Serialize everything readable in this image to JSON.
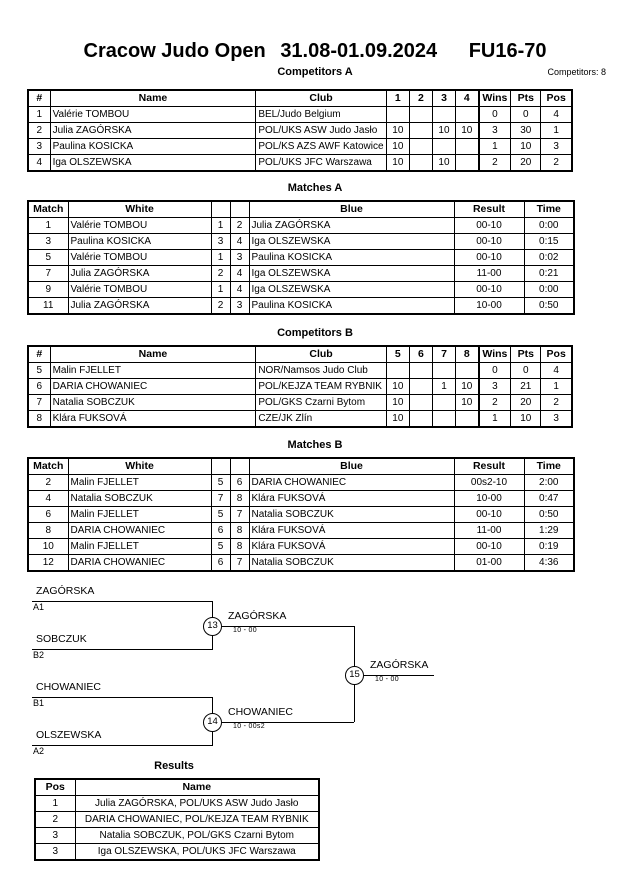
{
  "header": {
    "event_name": "Cracow Judo Open",
    "dates": "31.08-01.09.2024",
    "category": "FU16-70",
    "pool_a_caption": "Competitors A",
    "competitors_count_label": "Competitors: 8"
  },
  "competitors_a": {
    "caption": "Competitors A",
    "columns": [
      "#",
      "Name",
      "Club",
      "1",
      "2",
      "3",
      "4",
      "Wins",
      "Pts",
      "Pos"
    ],
    "rows": [
      {
        "num": "1",
        "name": "Valérie TOMBOU",
        "club": "BEL/Judo Belgium",
        "s1": "",
        "s2": "",
        "s3": "",
        "s4": "",
        "wins": "0",
        "pts": "0",
        "pos": "4"
      },
      {
        "num": "2",
        "name": "Julia ZAGÓRSKA",
        "club": "POL/UKS ASW Judo Jasło",
        "s1": "10",
        "s2": "",
        "s3": "10",
        "s4": "10",
        "wins": "3",
        "pts": "30",
        "pos": "1"
      },
      {
        "num": "3",
        "name": "Paulina KOSICKA",
        "club": "POL/KS AZS AWF Katowice",
        "s1": "10",
        "s2": "",
        "s3": "",
        "s4": "",
        "wins": "1",
        "pts": "10",
        "pos": "3"
      },
      {
        "num": "4",
        "name": "Iga OLSZEWSKA",
        "club": "POL/UKS JFC Warszawa",
        "s1": "10",
        "s2": "",
        "s3": "10",
        "s4": "",
        "wins": "2",
        "pts": "20",
        "pos": "2"
      }
    ]
  },
  "matches_a": {
    "caption": "Matches A",
    "columns": [
      "Match",
      "White",
      "",
      "",
      "Blue",
      "Result",
      "Time"
    ],
    "rows": [
      {
        "match": "1",
        "white": "Valérie TOMBOU",
        "wn": "1",
        "bn": "2",
        "blue": "Julia ZAGÓRSKA",
        "result": "00-10",
        "time": "0:00"
      },
      {
        "match": "3",
        "white": "Paulina KOSICKA",
        "wn": "3",
        "bn": "4",
        "blue": "Iga OLSZEWSKA",
        "result": "00-10",
        "time": "0:15"
      },
      {
        "match": "5",
        "white": "Valérie TOMBOU",
        "wn": "1",
        "bn": "3",
        "blue": "Paulina KOSICKA",
        "result": "00-10",
        "time": "0:02"
      },
      {
        "match": "7",
        "white": "Julia ZAGÓRSKA",
        "wn": "2",
        "bn": "4",
        "blue": "Iga OLSZEWSKA",
        "result": "11-00",
        "time": "0:21"
      },
      {
        "match": "9",
        "white": "Valérie TOMBOU",
        "wn": "1",
        "bn": "4",
        "blue": "Iga OLSZEWSKA",
        "result": "00-10",
        "time": "0:00"
      },
      {
        "match": "11",
        "white": "Julia ZAGÓRSKA",
        "wn": "2",
        "bn": "3",
        "blue": "Paulina KOSICKA",
        "result": "10-00",
        "time": "0:50"
      }
    ]
  },
  "competitors_b": {
    "caption": "Competitors B",
    "columns": [
      "#",
      "Name",
      "Club",
      "5",
      "6",
      "7",
      "8",
      "Wins",
      "Pts",
      "Pos"
    ],
    "rows": [
      {
        "num": "5",
        "name": "Malin FJELLET",
        "club": "NOR/Namsos Judo Club",
        "s5": "",
        "s6": "",
        "s7": "",
        "s8": "",
        "wins": "0",
        "pts": "0",
        "pos": "4"
      },
      {
        "num": "6",
        "name": "DARIA CHOWANIEC",
        "club": "POL/KEJZA TEAM RYBNIK",
        "s5": "10",
        "s6": "",
        "s7": "1",
        "s8": "10",
        "wins": "3",
        "pts": "21",
        "pos": "1"
      },
      {
        "num": "7",
        "name": "Natalia SOBCZUK",
        "club": "POL/GKS Czarni Bytom",
        "s5": "10",
        "s6": "",
        "s7": "",
        "s8": "10",
        "wins": "2",
        "pts": "20",
        "pos": "2"
      },
      {
        "num": "8",
        "name": "Klára FUKSOVÁ",
        "club": "CZE/JK Zlín",
        "s5": "10",
        "s6": "",
        "s7": "",
        "s8": "",
        "wins": "1",
        "pts": "10",
        "pos": "3"
      }
    ]
  },
  "matches_b": {
    "caption": "Matches B",
    "columns": [
      "Match",
      "White",
      "",
      "",
      "Blue",
      "Result",
      "Time"
    ],
    "rows": [
      {
        "match": "2",
        "white": "Malin FJELLET",
        "wn": "5",
        "bn": "6",
        "blue": "DARIA CHOWANIEC",
        "result": "00s2-10",
        "time": "2:00"
      },
      {
        "match": "4",
        "white": "Natalia SOBCZUK",
        "wn": "7",
        "bn": "8",
        "blue": "Klára FUKSOVÁ",
        "result": "10-00",
        "time": "0:47"
      },
      {
        "match": "6",
        "white": "Malin FJELLET",
        "wn": "5",
        "bn": "7",
        "blue": "Natalia SOBCZUK",
        "result": "00-10",
        "time": "0:50"
      },
      {
        "match": "8",
        "white": "DARIA CHOWANIEC",
        "wn": "6",
        "bn": "8",
        "blue": "Klára FUKSOVÁ",
        "result": "11-00",
        "time": "1:29"
      },
      {
        "match": "10",
        "white": "Malin FJELLET",
        "wn": "5",
        "bn": "8",
        "blue": "Klára FUKSOVÁ",
        "result": "00-10",
        "time": "0:19"
      },
      {
        "match": "12",
        "white": "DARIA CHOWANIEC",
        "wn": "6",
        "bn": "7",
        "blue": "Natalia SOBCZUK",
        "result": "01-00",
        "time": "4:36"
      }
    ]
  },
  "bracket": {
    "slots": [
      {
        "name": "ZAGÓRSKA",
        "seed": "A1"
      },
      {
        "name": "SOBCZUK",
        "seed": "B2"
      },
      {
        "name": "CHOWANIEC",
        "seed": "B1"
      },
      {
        "name": "OLSZEWSKA",
        "seed": "A2"
      }
    ],
    "semifinal_top": {
      "number": "13",
      "winner": "ZAGÓRSKA",
      "score": "10 - 00"
    },
    "semifinal_bottom": {
      "number": "14",
      "winner": "CHOWANIEC",
      "score": "10 - 00s2"
    },
    "final": {
      "number": "15",
      "winner": "ZAGÓRSKA",
      "score": "10 - 00"
    }
  },
  "results": {
    "caption": "Results",
    "columns": [
      "Pos",
      "Name"
    ],
    "rows": [
      {
        "pos": "1",
        "name": "Julia ZAGÓRSKA, POL/UKS ASW Judo Jasło"
      },
      {
        "pos": "2",
        "name": "DARIA CHOWANIEC, POL/KEJZA TEAM RYBNIK"
      },
      {
        "pos": "3",
        "name": "Natalia SOBCZUK, POL/GKS Czarni Bytom"
      },
      {
        "pos": "3",
        "name": "Iga OLSZEWSKA, POL/UKS JFC Warszawa"
      }
    ]
  }
}
